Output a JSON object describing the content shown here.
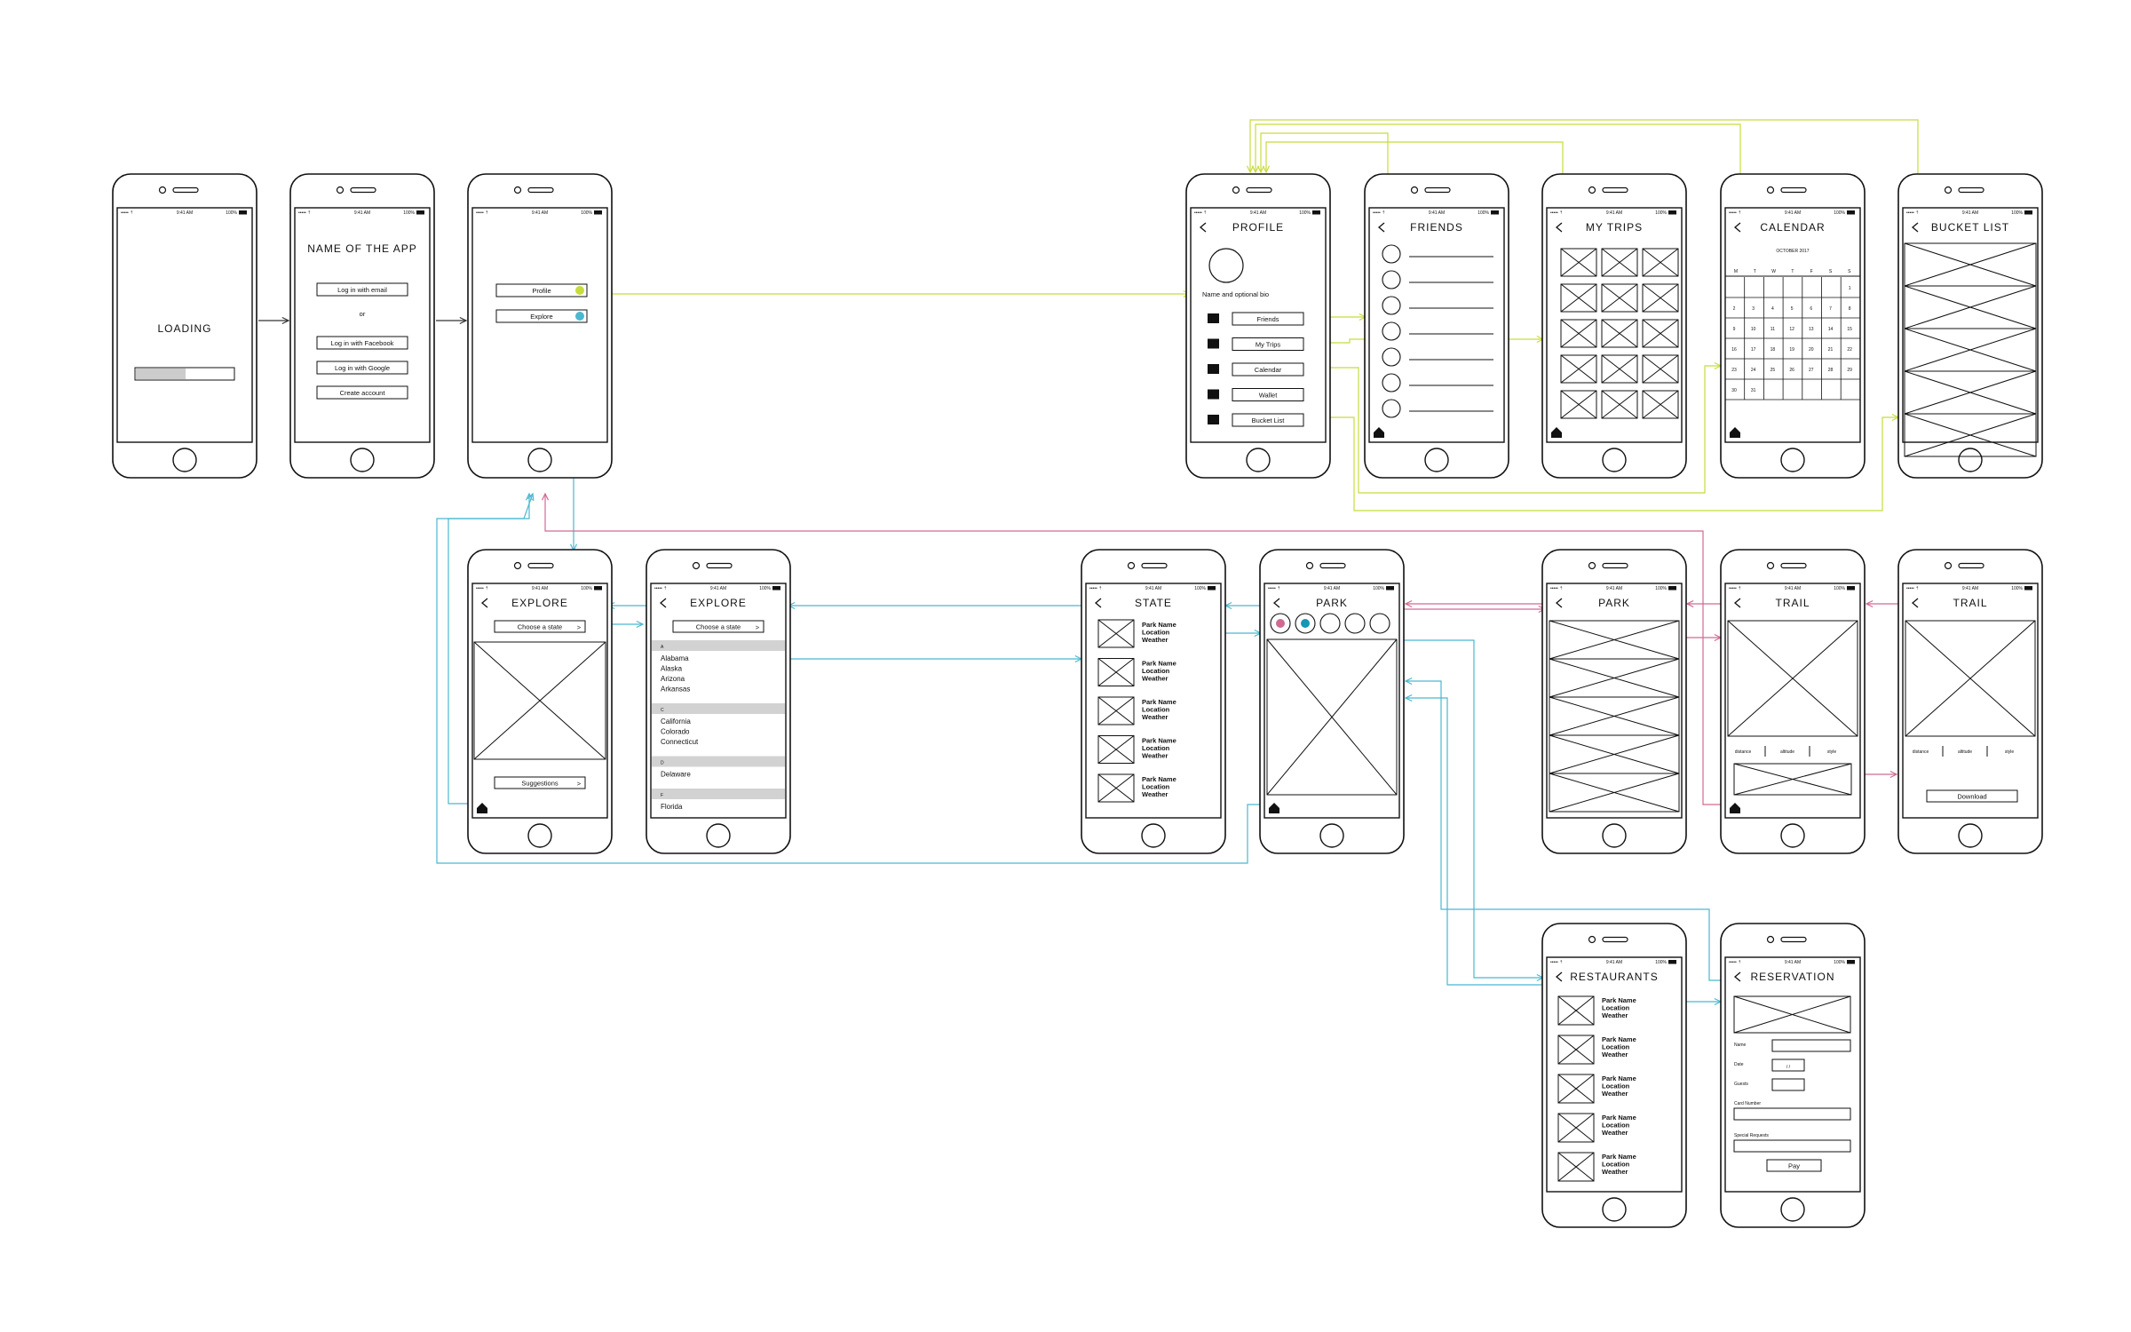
{
  "status_bar": {
    "carrier": "••••• ⇡",
    "time": "9:41 AM",
    "battery": "100%"
  },
  "icons": {
    "back": "chevron-left-icon",
    "home": "home-icon",
    "friends": "friends-icon",
    "camera": "camera-icon",
    "calendar": "calendar-icon",
    "ticket": "ticket-icon",
    "list": "list-icon"
  },
  "colors": {
    "yellow": "#c8dc3c",
    "cyan": "#4bb8d0",
    "pink": "#d06a92",
    "teal": "#1596b4"
  },
  "screens": {
    "loading": {
      "title": "LOADING"
    },
    "login": {
      "title": "NAME OF THE APP",
      "email": "Log in with email",
      "or": "or",
      "facebook": "Log in with Facebook",
      "google": "Log in with Google",
      "create": "Create account"
    },
    "menu": {
      "profile": "Profile",
      "explore": "Explore"
    },
    "profile": {
      "title": "PROFILE",
      "bio": "Name and optional bio",
      "buttons": [
        "Friends",
        "My Trips",
        "Calendar",
        "Wallet",
        "Bucket List"
      ]
    },
    "friends": {
      "title": "FRIENDS"
    },
    "trips": {
      "title": "MY TRIPS"
    },
    "calendar": {
      "title": "CALENDAR",
      "month": "OCTOBER 2017",
      "weekdays": [
        "M",
        "T",
        "W",
        "T",
        "F",
        "S",
        "S"
      ],
      "rows": [
        [
          "",
          "",
          "",
          "",
          "",
          "",
          "1"
        ],
        [
          "2",
          "3",
          "4",
          "5",
          "6",
          "7",
          "8"
        ],
        [
          "9",
          "10",
          "11",
          "12",
          "13",
          "14",
          "15"
        ],
        [
          "16",
          "17",
          "18",
          "19",
          "20",
          "21",
          "22"
        ],
        [
          "23",
          "24",
          "25",
          "26",
          "27",
          "28",
          "29"
        ],
        [
          "30",
          "31",
          "",
          "",
          "",
          "",
          ""
        ]
      ]
    },
    "bucket": {
      "title": "BUCKET LIST"
    },
    "explore1": {
      "title": "EXPLORE",
      "choose": "Choose a state",
      "chevron": ">",
      "suggestions": "Suggestions"
    },
    "explore2": {
      "title": "EXPLORE",
      "choose": "Choose a state",
      "chevron": ">",
      "groups": [
        {
          "letter": "A",
          "items": [
            "Alabama",
            "Alaska",
            "Arizona",
            "Arkansas"
          ]
        },
        {
          "letter": "C",
          "items": [
            "California",
            "Colorado",
            "Connecticut"
          ]
        },
        {
          "letter": "D",
          "items": [
            "Delaware"
          ]
        },
        {
          "letter": "F",
          "items": [
            "Florida"
          ]
        }
      ]
    },
    "state": {
      "title": "STATE",
      "items": [
        [
          "Park Name",
          "Location",
          "Weather"
        ],
        [
          "Park Name",
          "Location",
          "Weather"
        ],
        [
          "Park Name",
          "Location",
          "Weather"
        ],
        [
          "Park Name",
          "Location",
          "Weather"
        ],
        [
          "Park Name",
          "Location",
          "Weather"
        ]
      ]
    },
    "park1": {
      "title": "PARK"
    },
    "park2": {
      "title": "PARK"
    },
    "trail1": {
      "title": "TRAIL",
      "stats": [
        "distance",
        "altitude",
        "style"
      ]
    },
    "trail2": {
      "title": "TRAIL",
      "stats": [
        "distance",
        "altitude",
        "style"
      ],
      "download": "Download"
    },
    "restaurants": {
      "title": "RESTAURANTS",
      "items": [
        [
          "Park Name",
          "Location",
          "Weather"
        ],
        [
          "Park Name",
          "Location",
          "Weather"
        ],
        [
          "Park Name",
          "Location",
          "Weather"
        ],
        [
          "Park Name",
          "Location",
          "Weather"
        ],
        [
          "Park Name",
          "Location",
          "Weather"
        ]
      ]
    },
    "reservation": {
      "title": "RESERVATION",
      "name": "Name",
      "date": "Date",
      "date_value": "/   /",
      "guests": "Guests",
      "card": "Card Number",
      "special": "Special Requests",
      "pay": "Pay"
    }
  }
}
